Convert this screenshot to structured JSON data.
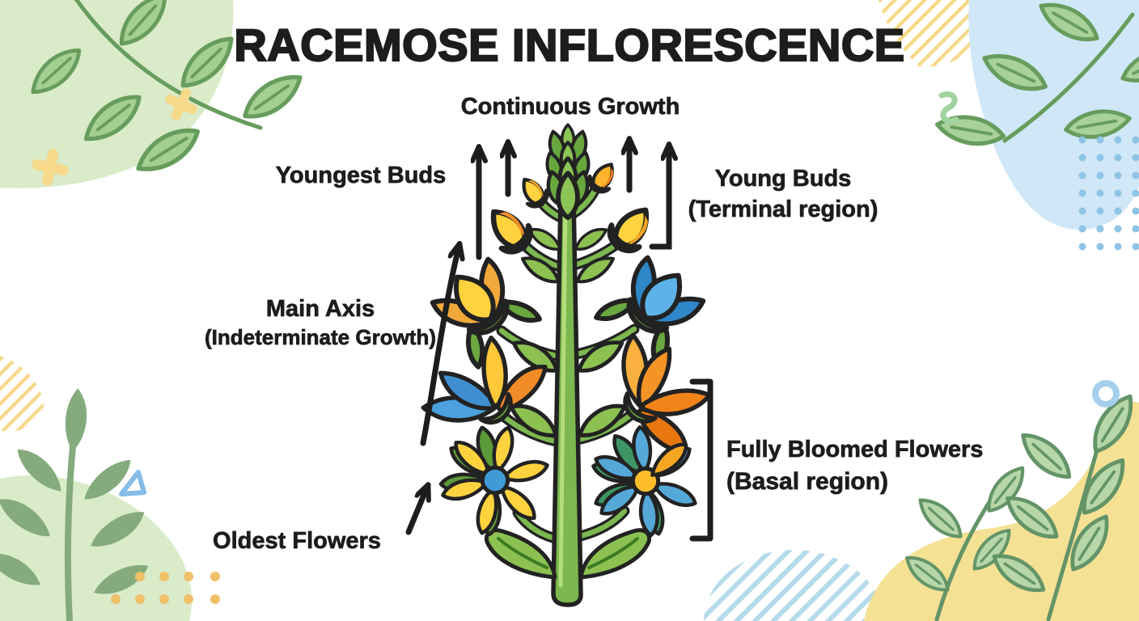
{
  "title": "RACEMOSE INFLORESCENCE",
  "diagram": {
    "subject": "racemose-inflorescence-plant",
    "labels": {
      "continuous_growth": "Continuous Growth",
      "youngest_buds": "Youngest Buds",
      "young_buds": "Young Buds",
      "young_buds_sub": "(Terminal region)",
      "main_axis": "Main Axis",
      "main_axis_sub": "(Indeterminate Growth)",
      "fully_bloomed": "Fully Bloomed Flowers",
      "fully_bloomed_sub": "(Basal region)",
      "oldest_flowers": "Oldest Flowers"
    }
  },
  "colors": {
    "text": "#1d1d1b",
    "stem_green": "#7cb84f",
    "stem_highlight": "#b4dc7a",
    "leaf_green": "#8cc152",
    "calyx_green": "#6aa83f",
    "bud_scale_light": "#8cc455",
    "bud_scale_dark": "#67a73e",
    "flower_yellow": "#ffd23e",
    "flower_orange": "#f28c28",
    "flower_blue": "#4ba0dd",
    "flower_blue_dark": "#2f86c8",
    "daisy_center_blue": "#3f9ad6",
    "daisy_center_yellow": "#fdbd2a",
    "decor_green_blob": "#d9ebc9",
    "decor_blue_blob": "#cfe7f6",
    "decor_yellow_blob": "#f5e194",
    "decor_leaf_fill": "#a4cf93",
    "decor_leaf_stroke": "#679d5c",
    "decor_solid_plant": "#85ab7d",
    "decor_yellow_accent": "#f6d98b",
    "decor_orange_dot": "#f0c169",
    "decor_blue_accent": "#8ec4e6",
    "decor_blue_stripe": "#b5dbeb",
    "decor_blue_ring": "#a5cfec",
    "decor_triangle": "#85bce8",
    "decor_squiggle": "#9fd3a0"
  }
}
